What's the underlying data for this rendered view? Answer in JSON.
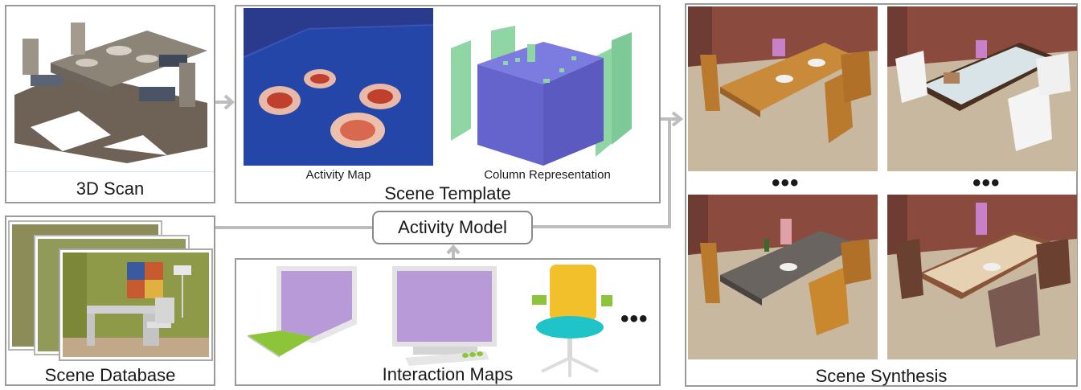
{
  "panels": {
    "scan": {
      "caption": "3D Scan"
    },
    "template": {
      "caption": "Scene Template",
      "activity_map_label": "Activity Map",
      "column_label": "Column Representation"
    },
    "database": {
      "caption": "Scene Database"
    },
    "interaction": {
      "caption": "Interaction Maps",
      "ellipsis": "•••"
    },
    "synthesis": {
      "caption": "Scene Synthesis",
      "ellipsis": "•••"
    }
  },
  "model": {
    "label": "Activity Model"
  },
  "colors": {
    "border": "#9a9a9a",
    "arrow": "#bdbdbd",
    "activity_bg": "#2346a8",
    "column_blue": "#6a6ad2",
    "column_green": "#8fd6a4",
    "surface_purple": "#b89ad8",
    "surface_green": "#8cc43a",
    "chair_yellow": "#f2c02a",
    "chair_cyan": "#1fc4c8",
    "floor": "#c9b8a0",
    "wall": "#8a4a3e",
    "wood": "#b97a2e"
  }
}
